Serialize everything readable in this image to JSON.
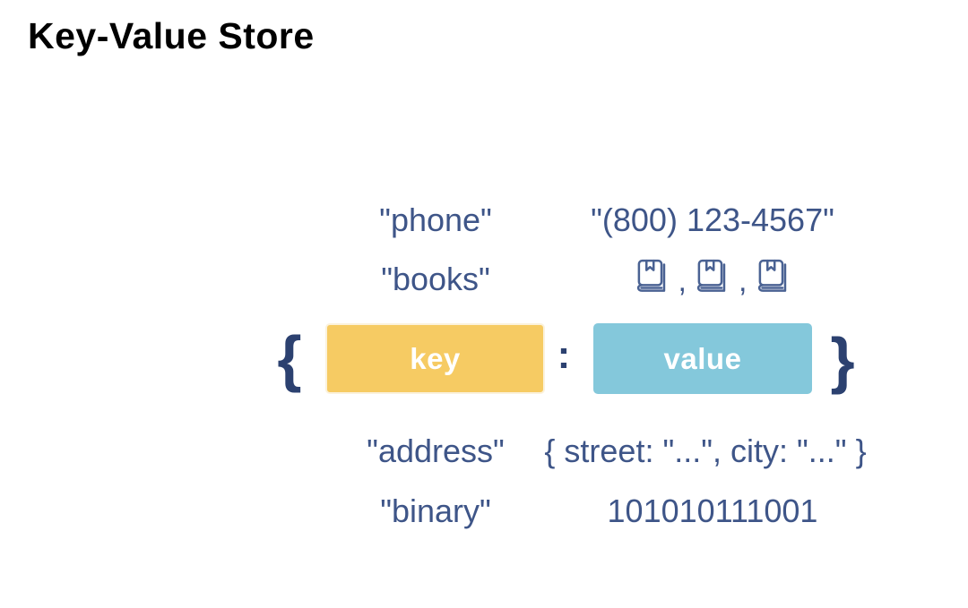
{
  "page": {
    "title": "Key-Value Store"
  },
  "colors": {
    "title_text": "#000000",
    "row_text_navy": "#3E5588",
    "brace_navy": "#2C4170",
    "key_box_yellow": "#F6CB63",
    "value_box_cyan": "#84C8DB",
    "box_label_white": "#FFFFFF",
    "book_icon_stroke": "#4A6293",
    "background": "#FFFFFF"
  },
  "diagram": {
    "rows_above": [
      {
        "key": "\"phone\"",
        "value": "\"(800) 123-4567\""
      },
      {
        "key": "\"books\"",
        "value_icons": [
          "book-icon",
          "book-icon",
          "book-icon"
        ],
        "separator": ","
      }
    ],
    "center": {
      "open_brace": "{",
      "key_label": "key",
      "colon": ":",
      "value_label": "value",
      "close_brace": "}"
    },
    "rows_below": [
      {
        "key": "\"address\"",
        "value": "{ street: \"...\", city: \"...\" }"
      },
      {
        "key": "\"binary\"",
        "value": "101010111001"
      }
    ]
  }
}
